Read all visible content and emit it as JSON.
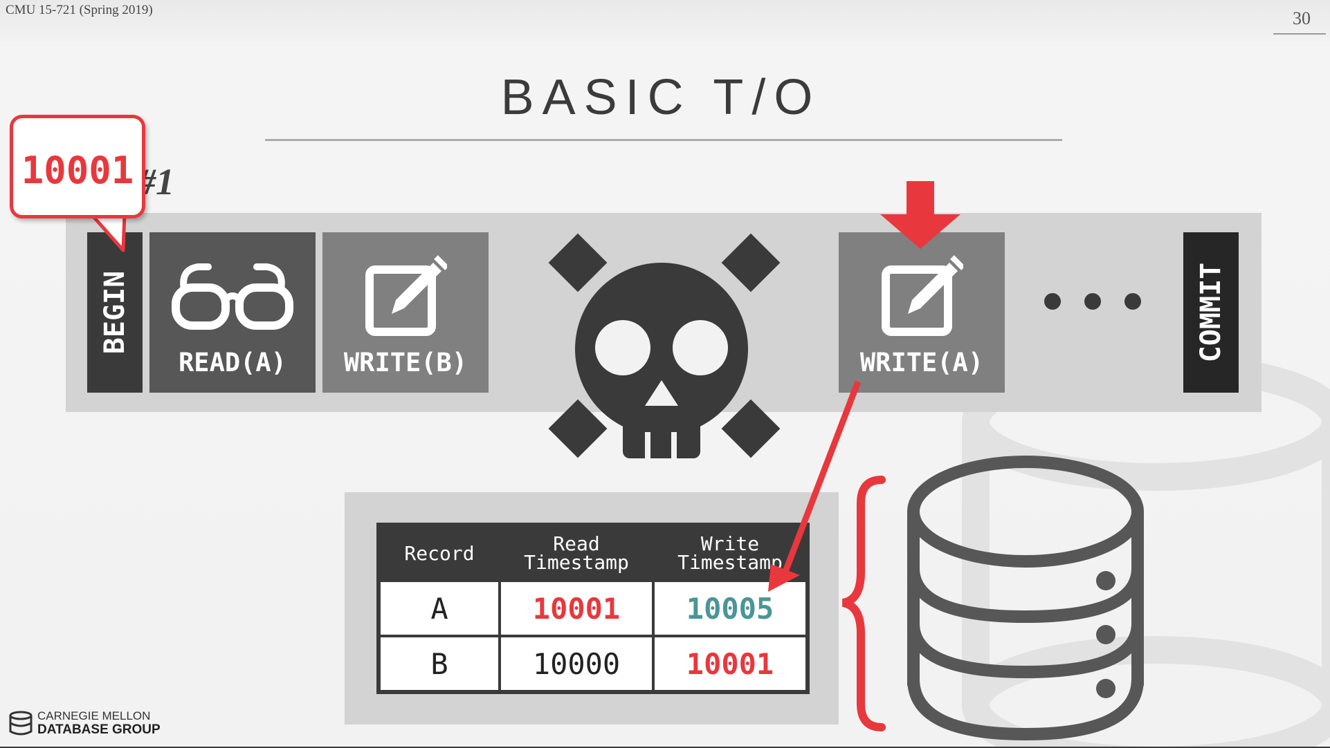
{
  "header": {
    "course": "CMU 15-721 (Spring 2019)",
    "page_number": "30"
  },
  "title": "BASIC T/O",
  "transaction": {
    "label": "#1",
    "timestamp": "10001",
    "begin_label": "BEGIN",
    "ops": [
      {
        "label": "READ(A)",
        "icon": "glasses-icon"
      },
      {
        "label": "WRITE(B)",
        "icon": "edit-icon"
      },
      {
        "label": "WRITE(A)",
        "icon": "edit-icon"
      }
    ],
    "abort_icon": "skull-crossbones-icon",
    "commit_label": "COMMIT"
  },
  "table": {
    "headers": [
      "Record",
      "Read\nTimestamp",
      "Write\nTimestamp"
    ],
    "rows": [
      {
        "record": "A",
        "read_ts": "10001",
        "write_ts": "10005"
      },
      {
        "record": "B",
        "read_ts": "10000",
        "write_ts": "10001"
      }
    ]
  },
  "footer": {
    "logo_line1": "CARNEGIE MELLON",
    "logo_line2": "DATABASE GROUP"
  },
  "colors": {
    "accent": "#e8383d",
    "teal": "#4a9696",
    "dark": "#3a3a3a",
    "mid": "#575757",
    "light": "#808080"
  }
}
